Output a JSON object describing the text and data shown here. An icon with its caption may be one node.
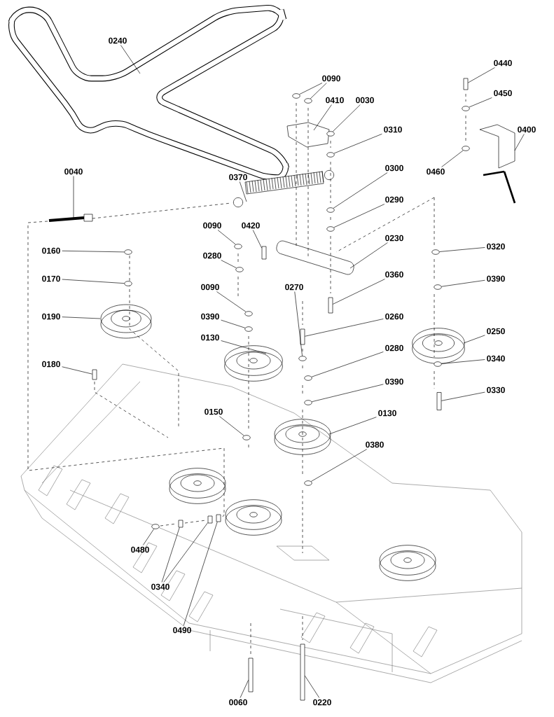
{
  "diagram": {
    "nodes": [
      {
        "text": [
          "0240"
        ]
      },
      {
        "text": [
          "0090"
        ]
      },
      {
        "text": [
          "0410"
        ]
      },
      {
        "text": [
          "0030"
        ]
      },
      {
        "text": [
          "0440"
        ]
      },
      {
        "text": [
          "0450"
        ]
      },
      {
        "text": [
          "0310"
        ]
      },
      {
        "text": [
          "0400"
        ]
      },
      {
        "text": [
          "0370"
        ]
      },
      {
        "text": [
          "0040"
        ]
      },
      {
        "text": [
          "0300"
        ]
      },
      {
        "text": [
          "0460"
        ]
      },
      {
        "text": [
          "0290"
        ]
      },
      {
        "text": [
          "0090"
        ]
      },
      {
        "text": [
          "0420"
        ]
      },
      {
        "text": [
          "0230"
        ]
      },
      {
        "text": [
          "0320"
        ]
      },
      {
        "text": [
          "0160"
        ]
      },
      {
        "text": [
          "0280"
        ]
      },
      {
        "text": [
          "0360"
        ]
      },
      {
        "text": [
          "0170"
        ]
      },
      {
        "text": [
          "0390"
        ]
      },
      {
        "text": [
          "0090"
        ]
      },
      {
        "text": [
          "0270"
        ]
      },
      {
        "text": [
          "0390"
        ]
      },
      {
        "text": [
          "0190"
        ]
      },
      {
        "text": [
          "0260"
        ]
      },
      {
        "text": [
          "0250"
        ]
      },
      {
        "text": [
          "0130"
        ]
      },
      {
        "text": [
          "0280"
        ]
      },
      {
        "text": [
          "0340"
        ]
      },
      {
        "text": [
          "0180"
        ]
      },
      {
        "text": [
          "0390"
        ]
      },
      {
        "text": [
          "0330"
        ]
      },
      {
        "text": [
          "0150"
        ]
      },
      {
        "text": [
          "0130"
        ]
      },
      {
        "text": [
          "0380"
        ]
      },
      {
        "text": [
          "0480"
        ]
      },
      {
        "text": [
          "0340"
        ]
      },
      {
        "text": [
          "0490"
        ]
      },
      {
        "text": [
          "0060"
        ]
      },
      {
        "text": [
          "0220"
        ]
      },
      {
        "text": [],
        "shape": "circle"
      },
      {
        "text": [],
        "shape": "circle"
      },
      {
        "text": [],
        "shape": "circle"
      },
      {
        "text": [],
        "shape": "box"
      },
      {
        "text": [],
        "shape": "circle"
      },
      {
        "text": [],
        "shape": "circle"
      },
      {
        "text": [],
        "shape": "circle"
      },
      {
        "text": [],
        "shape": "circle"
      },
      {
        "text": [],
        "shape": "circle"
      },
      {
        "text": [],
        "shape": "circle"
      },
      {
        "text": [],
        "shape": "box"
      },
      {
        "text": [],
        "shape": "circle"
      },
      {
        "text": [],
        "shape": "circle"
      },
      {
        "text": [],
        "shape": "circle"
      },
      {
        "text": [],
        "shape": "box"
      },
      {
        "text": [],
        "shape": "circle"
      },
      {
        "text": [],
        "shape": "circle"
      },
      {
        "text": [],
        "shape": "circle"
      },
      {
        "text": [],
        "shape": "circle"
      },
      {
        "text": [],
        "shape": "circle"
      },
      {
        "text": [],
        "shape": "box"
      },
      {
        "text": [],
        "shape": "circle"
      },
      {
        "text": [],
        "shape": "circle"
      },
      {
        "text": [],
        "shape": "box"
      },
      {
        "text": [],
        "shape": "circle"
      },
      {
        "text": [],
        "shape": "box"
      },
      {
        "text": [],
        "shape": "circle"
      },
      {
        "text": [],
        "shape": "circle"
      },
      {
        "text": [],
        "shape": "circle"
      },
      {
        "text": [],
        "shape": "box"
      },
      {
        "text": [],
        "shape": "box"
      },
      {
        "text": [],
        "shape": "box"
      },
      {
        "text": [],
        "shape": "box"
      },
      {
        "text": [],
        "shape": "box"
      }
    ],
    "edges": [
      {
        "from": 0,
        "to": null,
        "arrow": "none"
      },
      {
        "from": 1,
        "to": 42,
        "arrow": "none"
      },
      {
        "from": 1,
        "to": 43,
        "arrow": "none"
      },
      {
        "from": 2,
        "to": null,
        "arrow": "none"
      },
      {
        "from": 3,
        "to": 44,
        "arrow": "none"
      },
      {
        "from": 4,
        "to": 45,
        "arrow": "none"
      },
      {
        "from": 5,
        "to": 46,
        "arrow": "none"
      },
      {
        "from": 6,
        "to": 47,
        "arrow": "none"
      },
      {
        "from": 7,
        "to": null,
        "arrow": "none"
      },
      {
        "from": 8,
        "to": null,
        "arrow": "none"
      },
      {
        "from": 9,
        "to": null,
        "arrow": "none"
      },
      {
        "from": 10,
        "to": 48,
        "arrow": "none"
      },
      {
        "from": 11,
        "to": 49,
        "arrow": "none"
      },
      {
        "from": 12,
        "to": 50,
        "arrow": "none"
      },
      {
        "from": 13,
        "to": 51,
        "arrow": "none"
      },
      {
        "from": 14,
        "to": 52,
        "arrow": "none"
      },
      {
        "from": 15,
        "to": null,
        "arrow": "none"
      },
      {
        "from": 16,
        "to": 53,
        "arrow": "none"
      },
      {
        "from": 17,
        "to": 54,
        "arrow": "none"
      },
      {
        "from": 18,
        "to": 55,
        "arrow": "none"
      },
      {
        "from": 19,
        "to": 56,
        "arrow": "none"
      },
      {
        "from": 20,
        "to": 57,
        "arrow": "none"
      },
      {
        "from": 21,
        "to": 58,
        "arrow": "none"
      },
      {
        "from": 22,
        "to": 59,
        "arrow": "none"
      },
      {
        "from": 23,
        "to": 60,
        "arrow": "none"
      },
      {
        "from": 24,
        "to": 61,
        "arrow": "none"
      },
      {
        "from": 25,
        "to": null,
        "arrow": "none"
      },
      {
        "from": 26,
        "to": 62,
        "arrow": "none"
      },
      {
        "from": 27,
        "to": null,
        "arrow": "none"
      },
      {
        "from": 28,
        "to": null,
        "arrow": "none"
      },
      {
        "from": 29,
        "to": 63,
        "arrow": "none"
      },
      {
        "from": 30,
        "to": 64,
        "arrow": "none"
      },
      {
        "from": 31,
        "to": 65,
        "arrow": "none"
      },
      {
        "from": 32,
        "to": 66,
        "arrow": "none"
      },
      {
        "from": 33,
        "to": 67,
        "arrow": "none"
      },
      {
        "from": 34,
        "to": 68,
        "arrow": "none"
      },
      {
        "from": 35,
        "to": null,
        "arrow": "none"
      },
      {
        "from": 36,
        "to": 69,
        "arrow": "none"
      },
      {
        "from": 37,
        "to": 70,
        "arrow": "none"
      },
      {
        "from": 38,
        "to": 71,
        "arrow": "none"
      },
      {
        "from": 38,
        "to": 72,
        "arrow": "none"
      },
      {
        "from": 39,
        "to": 73,
        "arrow": "none"
      },
      {
        "from": 40,
        "to": 74,
        "arrow": "none"
      },
      {
        "from": 41,
        "to": 75,
        "arrow": "none"
      }
    ]
  }
}
